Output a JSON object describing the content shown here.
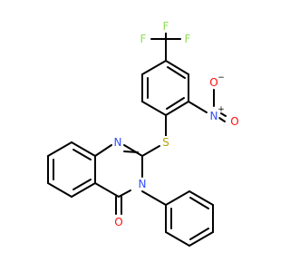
{
  "colors": {
    "bond": "#000000",
    "C": "#000000",
    "N": "#3050F8",
    "O": "#FF0D0D",
    "S": "#B8A000",
    "F": "#90E050",
    "background": "#FFFFFF"
  },
  "atoms": [
    {
      "id": "F1",
      "label": "F",
      "element": "F"
    },
    {
      "id": "F2",
      "label": "F",
      "element": "F"
    },
    {
      "id": "F3",
      "label": "F",
      "element": "F"
    },
    {
      "id": "N_nitro",
      "label": "N",
      "element": "N",
      "charge": "+"
    },
    {
      "id": "O_nitro1",
      "label": "O",
      "element": "O",
      "charge": "−"
    },
    {
      "id": "O_nitro2",
      "label": "O",
      "element": "O"
    },
    {
      "id": "S",
      "label": "S",
      "element": "S"
    },
    {
      "id": "N1",
      "label": "N",
      "element": "N"
    },
    {
      "id": "N3",
      "label": "N",
      "element": "N"
    },
    {
      "id": "O4",
      "label": "O",
      "element": "O"
    }
  ]
}
